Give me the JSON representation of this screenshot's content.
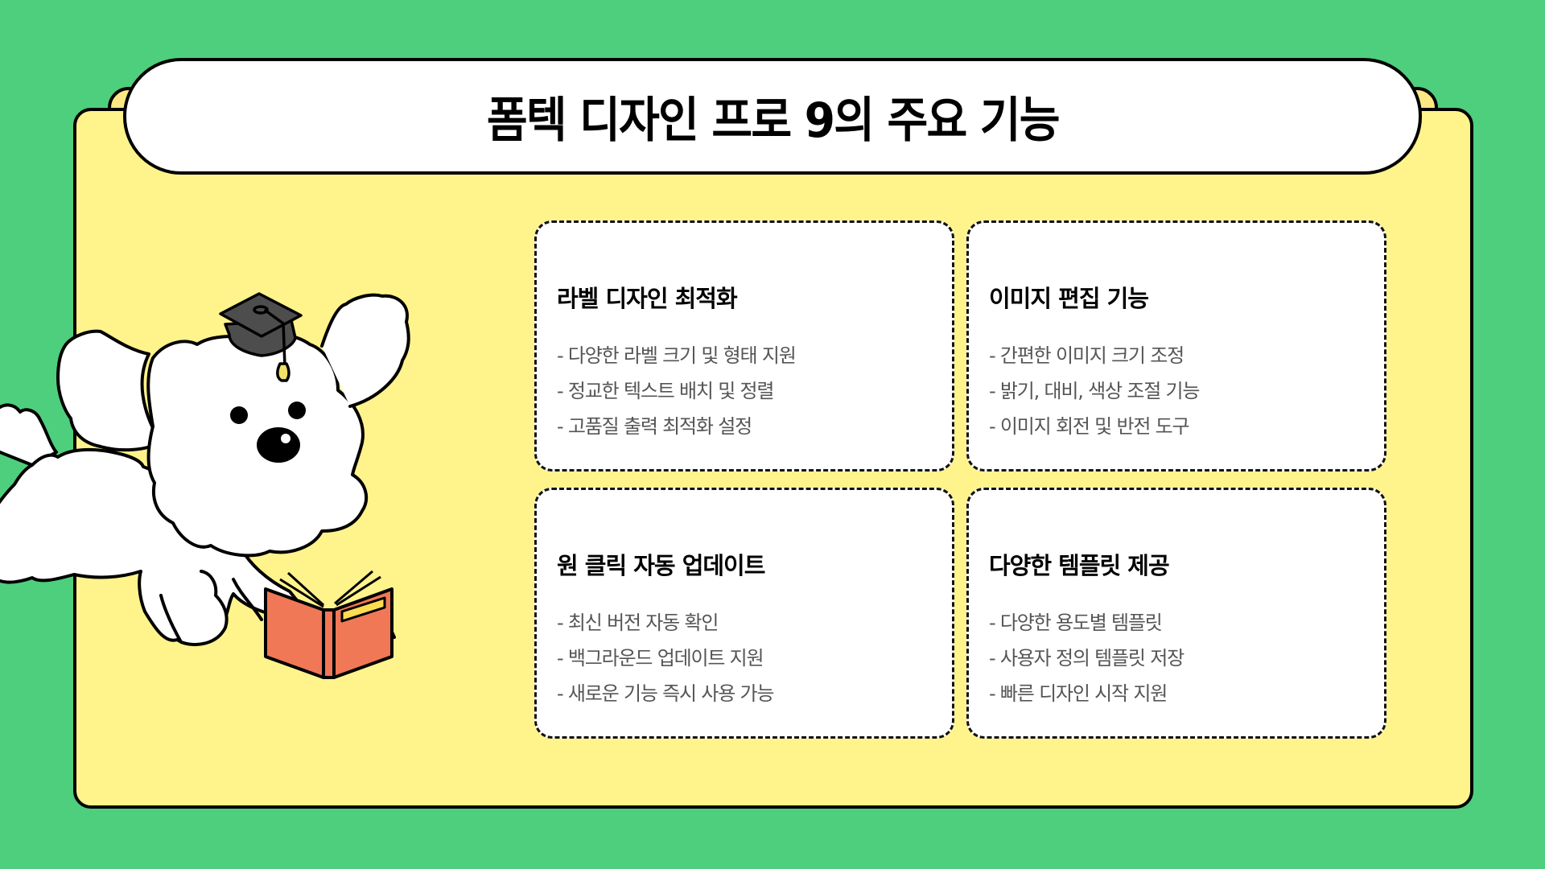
{
  "slide": {
    "title": "폼텍 디자인 프로 9의 주요 기능",
    "colors": {
      "background": "#4ecf7d",
      "panel": "#fff38c",
      "tab": "#fde784",
      "card": "#ffffff",
      "title_text": "#000000",
      "body_text": "#555555",
      "book_cover": "#f07856",
      "book_label": "#fcdc50",
      "cap": "#4d4d4d"
    }
  },
  "illustration": {
    "subject": "white fluffy dog wearing graduation cap with open book",
    "icons": [
      "dog-icon",
      "graduation-cap-icon",
      "book-icon"
    ]
  },
  "features": [
    {
      "title": "라벨 디자인 최적화",
      "items": [
        "- 다양한 라벨 크기 및 형태 지원",
        "- 정교한 텍스트 배치 및 정렬",
        "- 고품질 출력 최적화 설정"
      ]
    },
    {
      "title": "이미지 편집 기능",
      "items": [
        "- 간편한 이미지 크기 조정",
        "- 밝기, 대비, 색상 조절 기능",
        "- 이미지 회전 및 반전 도구"
      ]
    },
    {
      "title": "원 클릭 자동 업데이트",
      "items": [
        "- 최신 버전 자동 확인",
        "- 백그라운드 업데이트 지원",
        "- 새로운 기능 즉시 사용 가능"
      ]
    },
    {
      "title": "다양한 템플릿 제공",
      "items": [
        "- 다양한 용도별 템플릿",
        "- 사용자 정의 템플릿 저장",
        "- 빠른 디자인 시작 지원"
      ]
    }
  ]
}
